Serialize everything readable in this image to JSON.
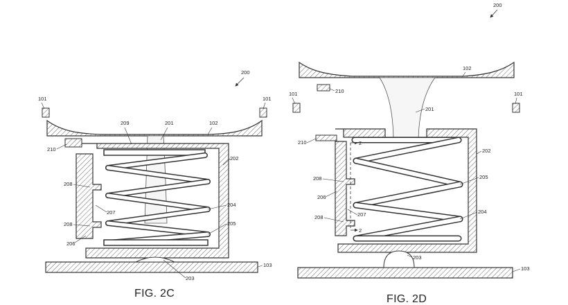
{
  "drawing": {
    "line_color": "#333333",
    "hatch_color": "#666666",
    "spring_fill": "#ffffff",
    "paper_color": "#ffffff"
  },
  "figures": {
    "fig_2c": {
      "caption": "FIG. 2C",
      "labels": {
        "l200": "200",
        "l101a": "101",
        "l101b": "101",
        "l209": "209",
        "l201": "201",
        "l102": "102",
        "l210": "210",
        "l202": "202",
        "l208a": "208",
        "l207": "207",
        "l204": "204",
        "l208b": "208",
        "l205": "205",
        "l206": "206",
        "l103": "103",
        "l203": "203"
      }
    },
    "fig_2d": {
      "caption": "FIG. 2D",
      "labels": {
        "l200": "200",
        "l102": "102",
        "l101a": "101",
        "l210a": "210",
        "l201": "201",
        "l101b": "101",
        "l210b": "210",
        "l2a": "2",
        "l202": "202",
        "l208a": "208",
        "l205": "205",
        "l206": "206",
        "l208b": "208",
        "l207": "207",
        "l2b": "2",
        "l204": "204",
        "l203": "203",
        "l103": "103"
      }
    }
  }
}
